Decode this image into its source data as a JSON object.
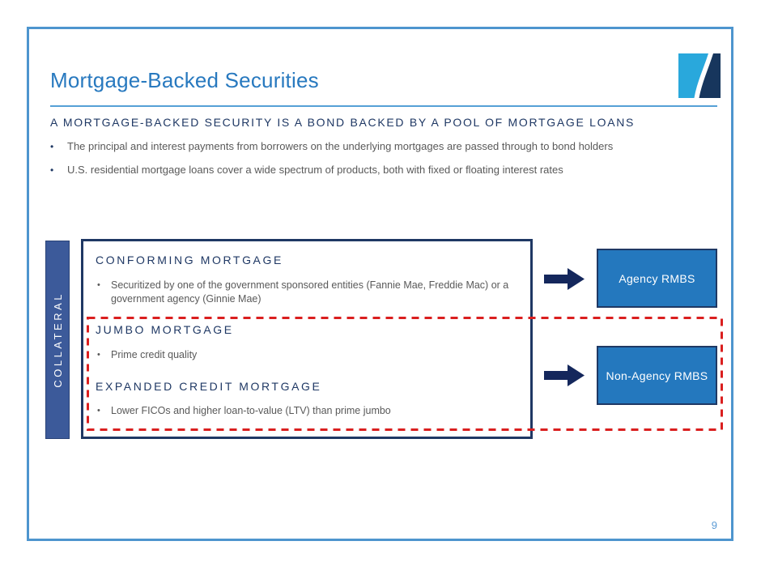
{
  "slide": {
    "title": "Mortgage-Backed Securities",
    "subtitle": "A MORTGAGE-BACKED SECURITY IS A BOND BACKED BY A POOL OF MORTGAGE LOANS",
    "bullet_char": "•",
    "bullets": [
      "The principal and interest payments from borrowers on the underlying mortgages are passed through to bond holders",
      "U.S. residential mortgage loans cover a wide spectrum of products, both with fixed or floating interest rates"
    ],
    "page_number": "9"
  },
  "diagram": {
    "collateral_label": "COLLATERAL",
    "sections": [
      {
        "heading": "CONFORMING MORTGAGE",
        "bullet": "Securitized by one of the government sponsored entities (Fannie Mae, Freddie Mac) or a government agency (Ginnie Mae)"
      },
      {
        "heading": "JUMBO MORTGAGE",
        "bullet": "Prime credit quality"
      },
      {
        "heading": "EXPANDED CREDIT MORTGAGE",
        "bullet": "Lower FICOs and higher loan-to-value (LTV) than prime jumbo"
      }
    ],
    "outputs": [
      {
        "label": "Agency RMBS"
      },
      {
        "label": "Non-Agency RMBS"
      }
    ]
  },
  "icons": {
    "logo": "company-logo-swoosh-icon",
    "arrow": "arrow-right-icon"
  },
  "colors": {
    "title_blue": "#2879BF",
    "divider_blue": "#55A0D6",
    "navy": "#1F3864",
    "body_gray": "#595959",
    "collateral_bar_blue": "#3C5A9A",
    "output_box_blue": "#2478BE",
    "arrow_navy": "#14275C",
    "dashed_red": "#DA1F1F",
    "frame_blue": "#4E95CE",
    "page_number_blue": "#5B9BD5",
    "logo_light_blue": "#29A8DC",
    "logo_dark_navy": "#17365D"
  }
}
